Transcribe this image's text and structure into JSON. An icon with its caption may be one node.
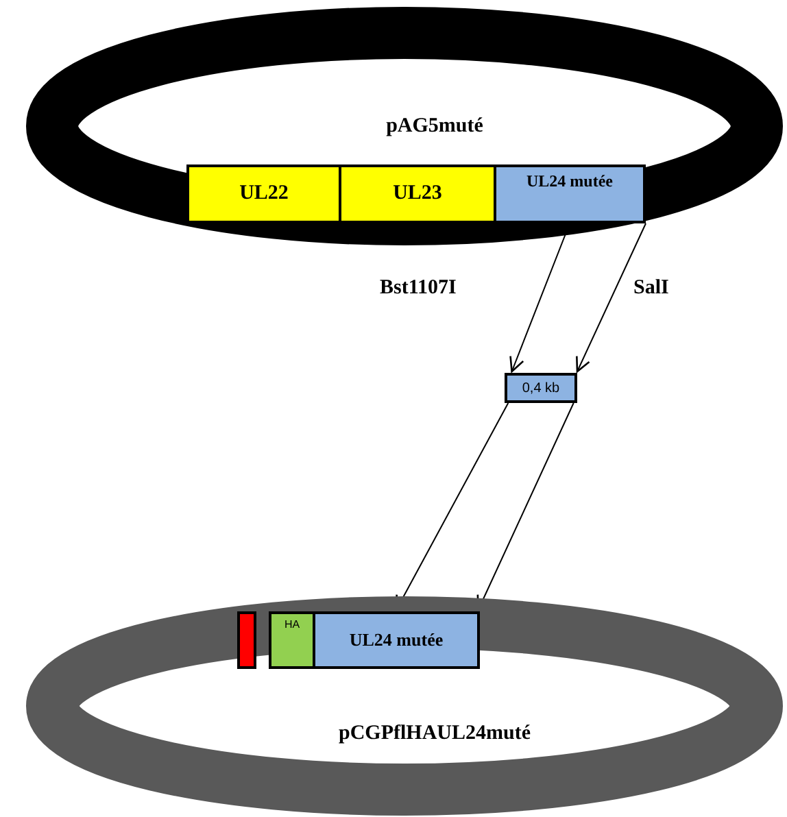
{
  "diagram": {
    "nodes": [
      {
        "text": [
          "pAG5muté"
        ]
      },
      {
        "text": [
          "UL22"
        ],
        "in": 0
      },
      {
        "text": [
          "UL23"
        ],
        "in": 0
      },
      {
        "text": [
          "UL24 mutée"
        ],
        "in": 0
      },
      {
        "text": [
          "0,4 kb"
        ]
      },
      {
        "text": [
          "pCGPflHAUL24muté"
        ]
      },
      {
        "text": [],
        "shape": "bar",
        "in": 5
      },
      {
        "text": [
          "HA"
        ],
        "in": 5
      },
      {
        "text": [
          "UL24 mutée"
        ],
        "in": 5
      }
    ],
    "edges": [
      {
        "from": 3,
        "to": 4,
        "arrow": "to",
        "label": "Bst1107I"
      },
      {
        "from": 3,
        "to": 4,
        "arrow": "to",
        "label": "SalI"
      },
      {
        "from": 4,
        "to": 8,
        "arrow": "to"
      },
      {
        "from": 4,
        "to": 8,
        "arrow": "to"
      }
    ]
  }
}
